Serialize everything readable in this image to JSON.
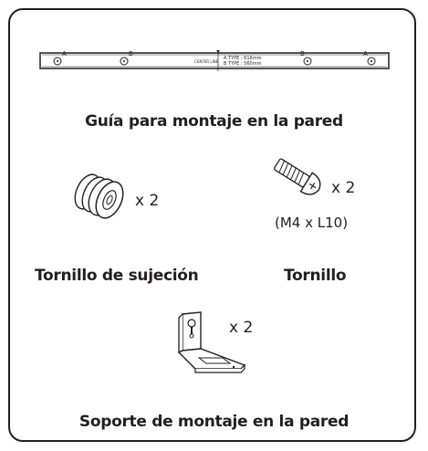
{
  "guide": {
    "caption": "Guía para montaje en la pared",
    "center_label": "CENTER LINE",
    "a_type": "A TYPE : 616mm",
    "b_type": "B TYPE : 560mm",
    "mark_a": "A",
    "mark_b": "B"
  },
  "holder": {
    "quantity": "x 2",
    "caption": "Tornillo de sujeción"
  },
  "screw": {
    "quantity": "x 2",
    "spec": "(M4 x L10)",
    "caption": "Tornillo"
  },
  "bracket": {
    "quantity": "x 2",
    "caption": "Soporte de montaje en la pared"
  }
}
